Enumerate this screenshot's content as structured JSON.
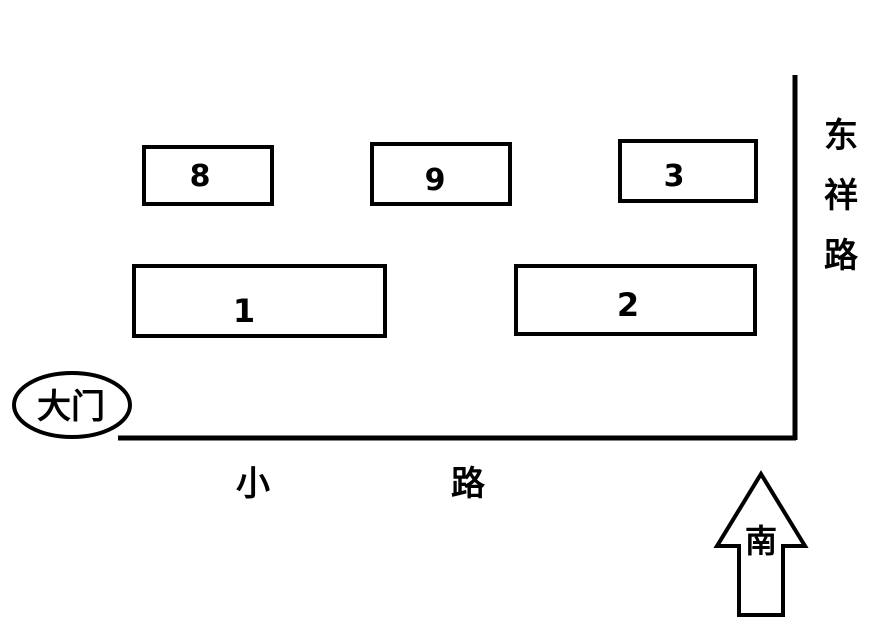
{
  "buildings": [
    {
      "id": "8",
      "label": "8"
    },
    {
      "id": "9",
      "label": "9"
    },
    {
      "id": "3",
      "label": "3"
    },
    {
      "id": "1",
      "label": "1"
    },
    {
      "id": "2",
      "label": "2"
    }
  ],
  "gate": {
    "label": "大门"
  },
  "roads": {
    "east_road": {
      "chars": [
        "东",
        "祥",
        "路"
      ]
    },
    "small_road": {
      "chars": [
        "小",
        "路"
      ]
    }
  },
  "compass": {
    "label": "南"
  }
}
